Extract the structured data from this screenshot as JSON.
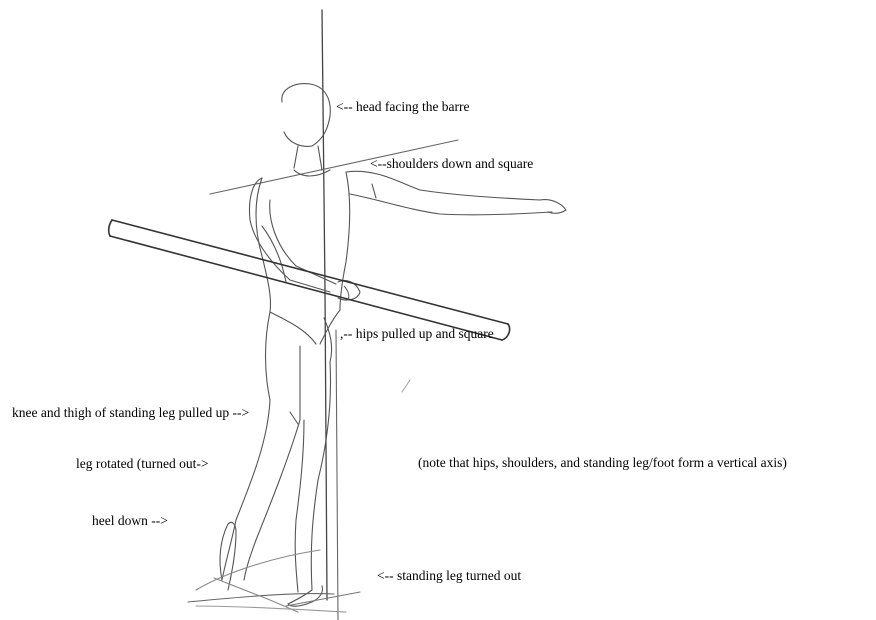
{
  "labels": {
    "head": "<-- head facing the barre",
    "shoulders": "<--shoulders down and square",
    "hips": ",-- hips pulled up and square",
    "knee": "knee and thigh of standing leg pulled up -->",
    "leg_rotated": "leg rotated (turned out->",
    "heel": "heel down -->",
    "standing_leg": "<-- standing leg turned out",
    "note": "(note that hips, shoulders, and standing leg/foot form a vertical axis)"
  },
  "colors": {
    "pencil": "#555555",
    "pencil_dark": "#333333",
    "text": "#000000"
  }
}
